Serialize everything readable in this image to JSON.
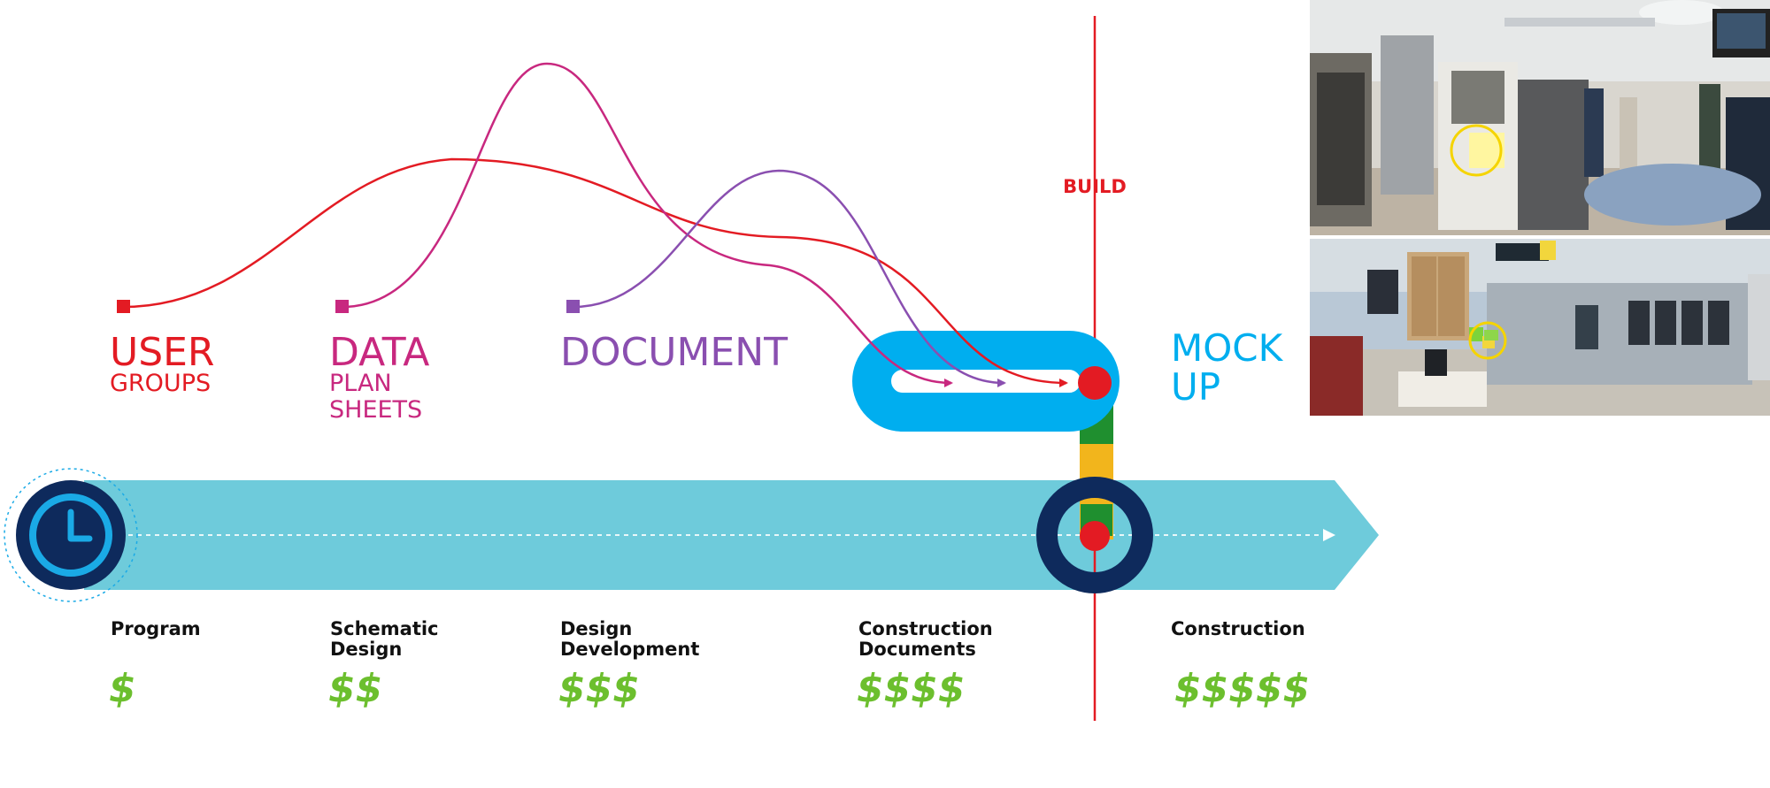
{
  "build": {
    "label": "BUILD"
  },
  "inputs": [
    {
      "key": "user_groups",
      "line1": "USER",
      "line2": "GROUPS",
      "line3": "",
      "color": "#e31b23"
    },
    {
      "key": "data",
      "line1": "DATA",
      "line2": "PLAN",
      "line3": "SHEETS",
      "color": "#c8287f"
    },
    {
      "key": "document",
      "line1": "DOCUMENT",
      "line2": "",
      "line3": "",
      "color": "#8a4fb0"
    }
  ],
  "mockup": {
    "line1": "MOCK",
    "line2": "UP",
    "color": "#00aeef"
  },
  "phases": [
    {
      "name_line1": "Program",
      "name_line2": "",
      "cost": "$"
    },
    {
      "name_line1": "Schematic",
      "name_line2": "Design",
      "cost": "$$"
    },
    {
      "name_line1": "Design",
      "name_line2": "Development",
      "cost": "$$$"
    },
    {
      "name_line1": "Construction",
      "name_line2": "Documents",
      "cost": "$$$$"
    },
    {
      "name_line1": "Construction",
      "name_line2": "",
      "cost": "$$$$$"
    }
  ],
  "icons": {
    "clock": "clock-icon",
    "photo_top": "operating-room-photo",
    "photo_bottom": "clinic-room-photo"
  },
  "colors": {
    "timeline": "#6ecbdb",
    "clock_ring": "#0e2a5c",
    "clock_inner": "#1aaae6",
    "loop": "#00aeef",
    "build_line": "#e31b23",
    "cost": "#6cbf2e",
    "connector_yellow": "#f2b51c",
    "connector_green": "#1f8f2f"
  }
}
